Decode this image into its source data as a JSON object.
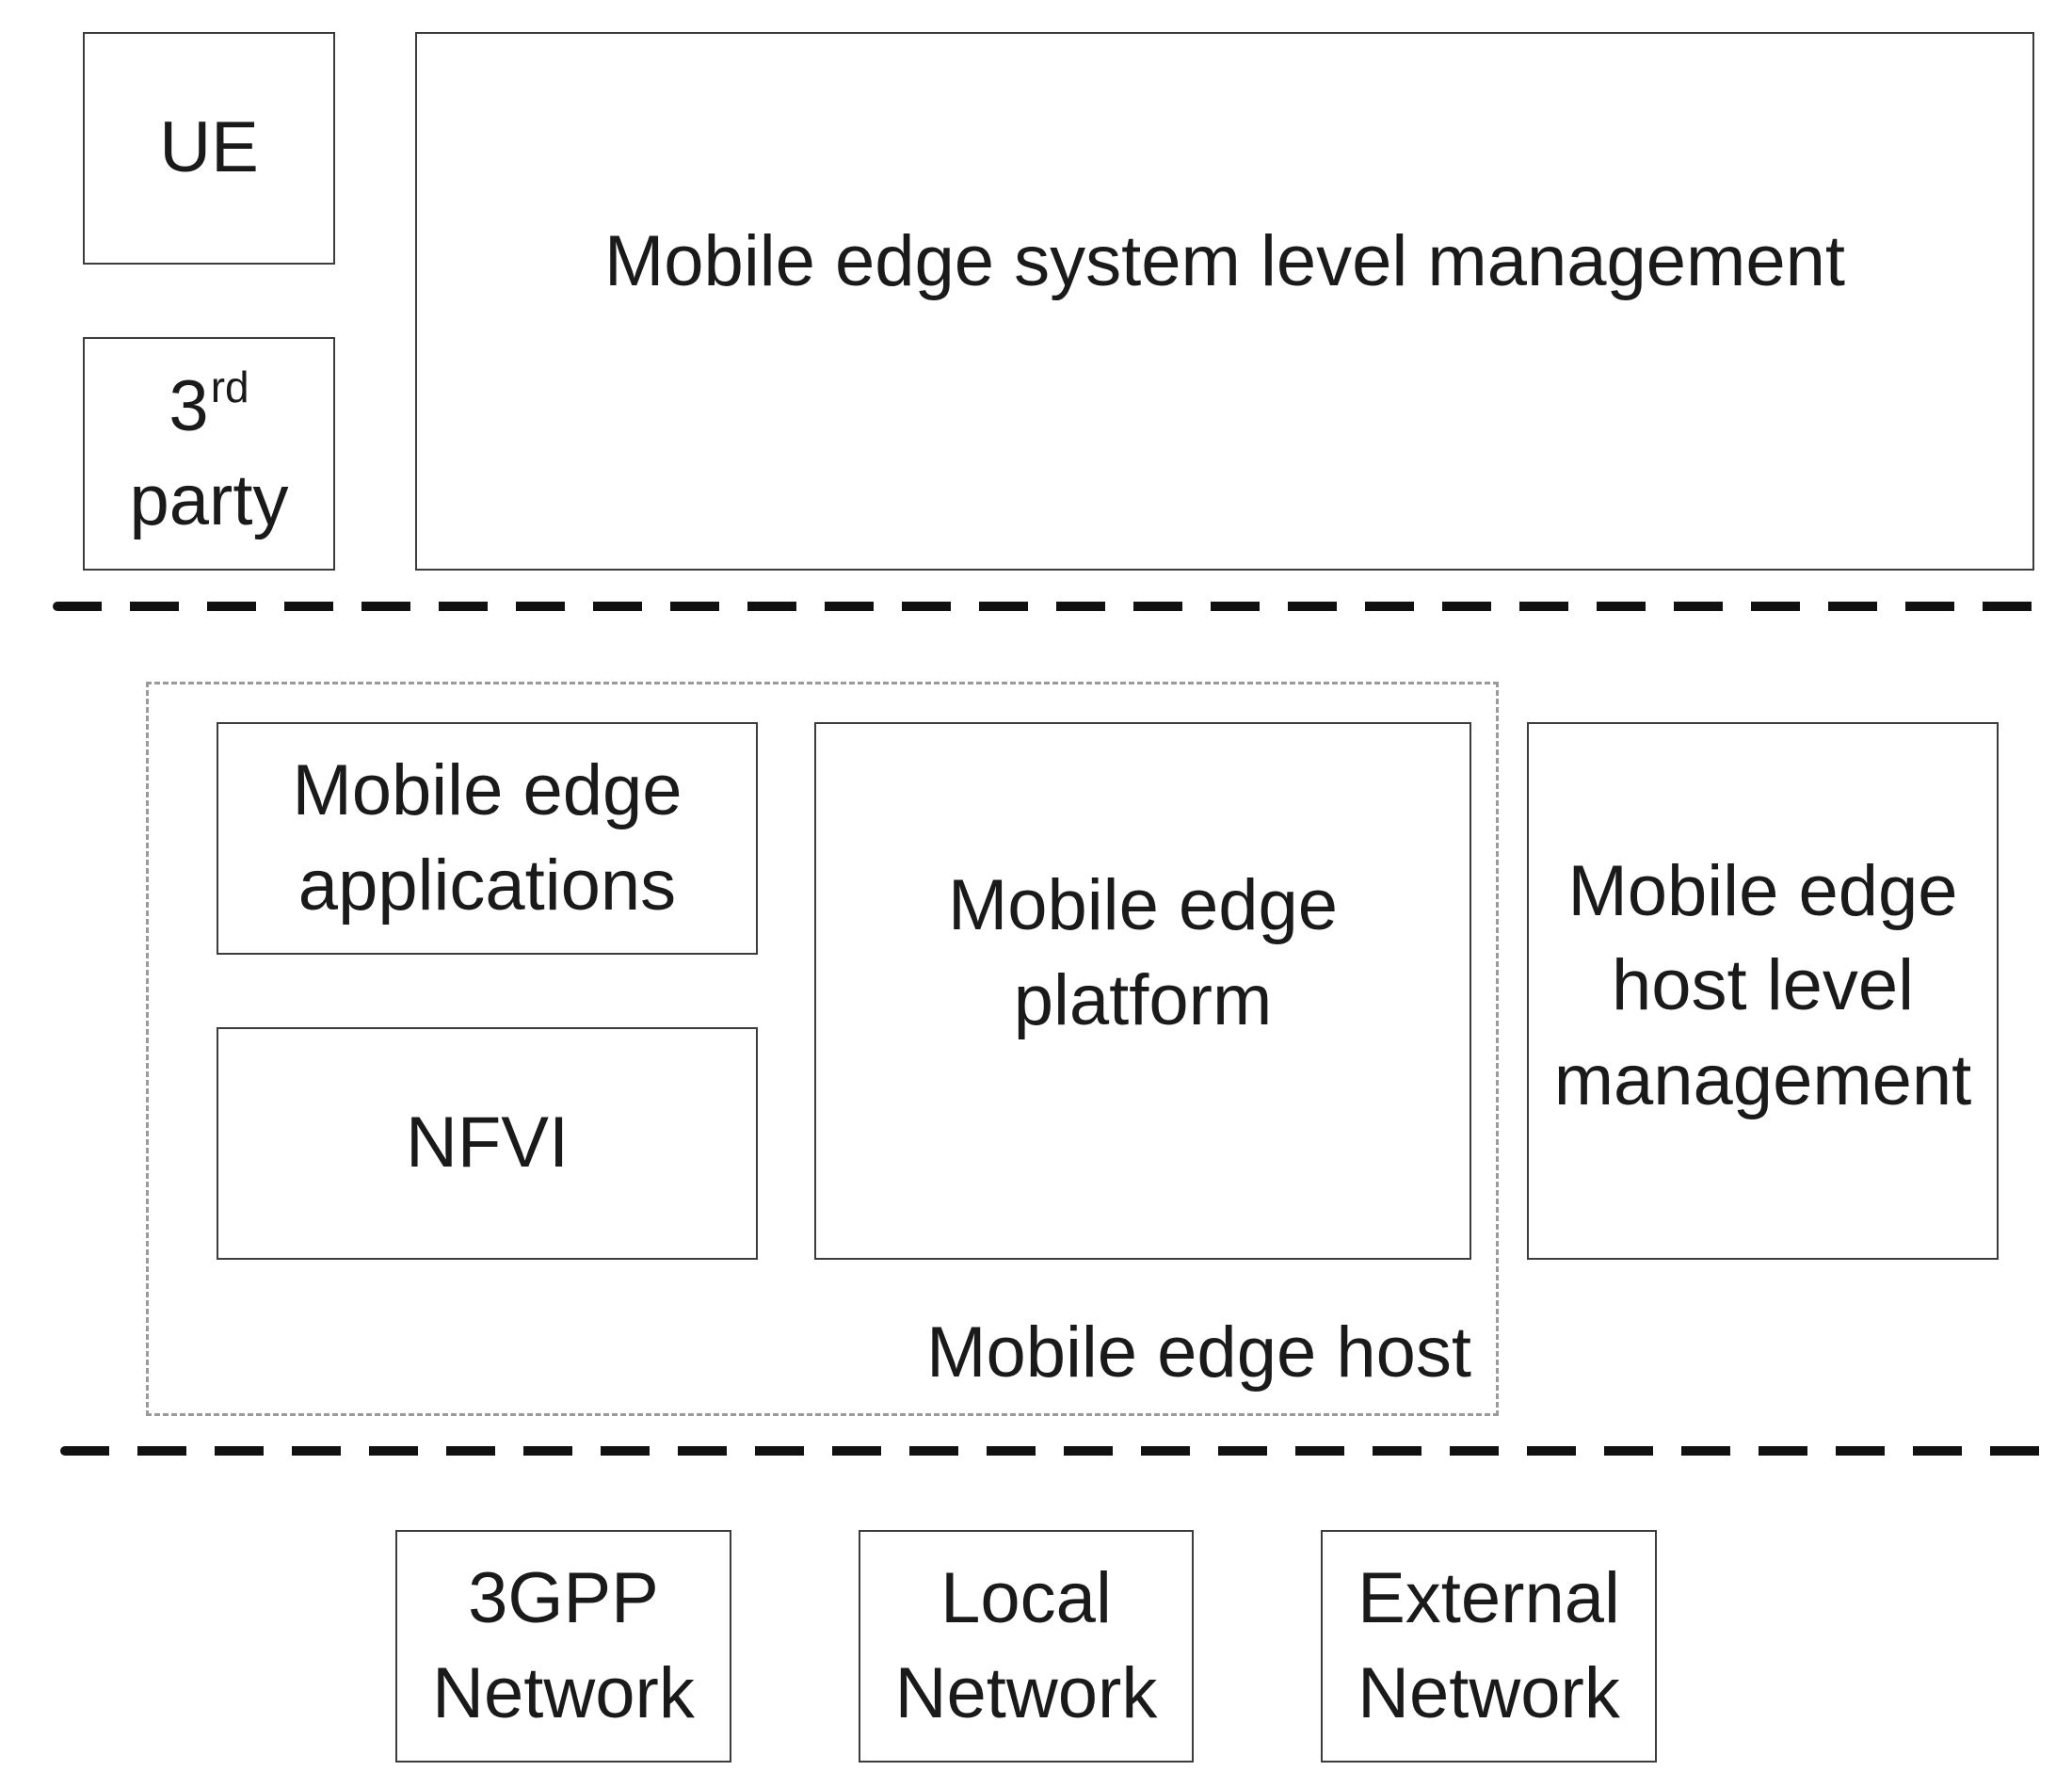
{
  "system_level": {
    "ue": "UE",
    "third_party": {
      "number": "3",
      "superscript": "rd",
      "line2": "party"
    },
    "management": "Mobile edge system level management"
  },
  "host_level": {
    "host_label": "Mobile edge host",
    "applications": [
      "Mobile edge",
      "applications"
    ],
    "nfvi": "NFVI",
    "platform": [
      "Mobile edge",
      "platform"
    ],
    "management": [
      "Mobile edge",
      "host level",
      "management"
    ]
  },
  "networks": [
    [
      "3GPP",
      "Network"
    ],
    [
      "Local",
      "Network"
    ],
    [
      "External",
      "Network"
    ]
  ]
}
